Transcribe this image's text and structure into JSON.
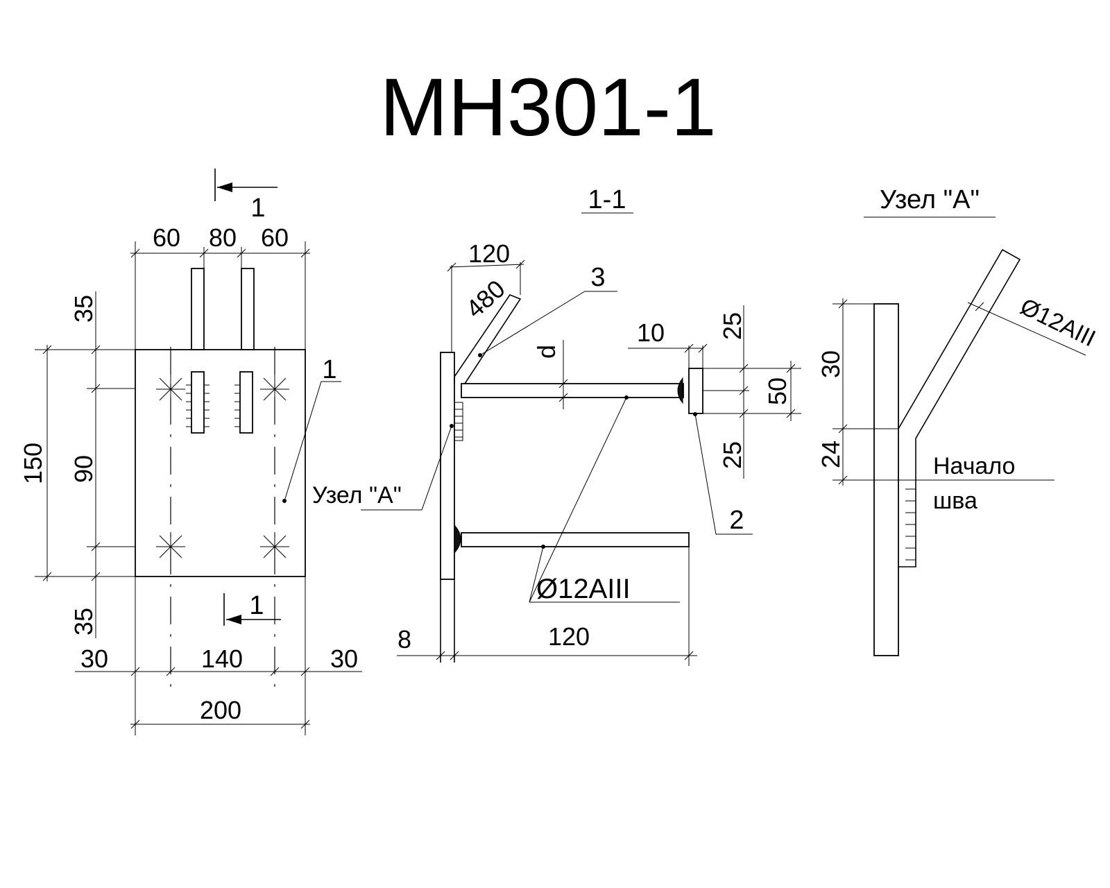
{
  "title": "МН301-1",
  "plan": {
    "section_mark_top": "1",
    "section_mark_bottom": "1",
    "dims_top": [
      "60",
      "80",
      "60"
    ],
    "dims_left_outer": "150",
    "dims_left_inner": [
      "35",
      "90",
      "35"
    ],
    "dims_bottom": [
      "30",
      "140",
      "30"
    ],
    "dim_total": "200",
    "callout_1": "1"
  },
  "section": {
    "title": "1-1",
    "dim_120_top": "120",
    "dim_480": "480",
    "callout_3": "3",
    "dim_d": "d",
    "dim_10": "10",
    "dim_25_top": "25",
    "dim_50": "50",
    "dim_25_bottom": "25",
    "callout_2": "2",
    "node_ref": "Узел \"А\"",
    "rebar": "Ø12АIII",
    "dim_8": "8",
    "dim_120_bottom": "120"
  },
  "node": {
    "title": "Узел \"А\"",
    "rebar": "Ø12АIII",
    "dim_30": "30",
    "dim_24": "24",
    "weld_start_line1": "Начало",
    "weld_start_line2": "шва"
  }
}
